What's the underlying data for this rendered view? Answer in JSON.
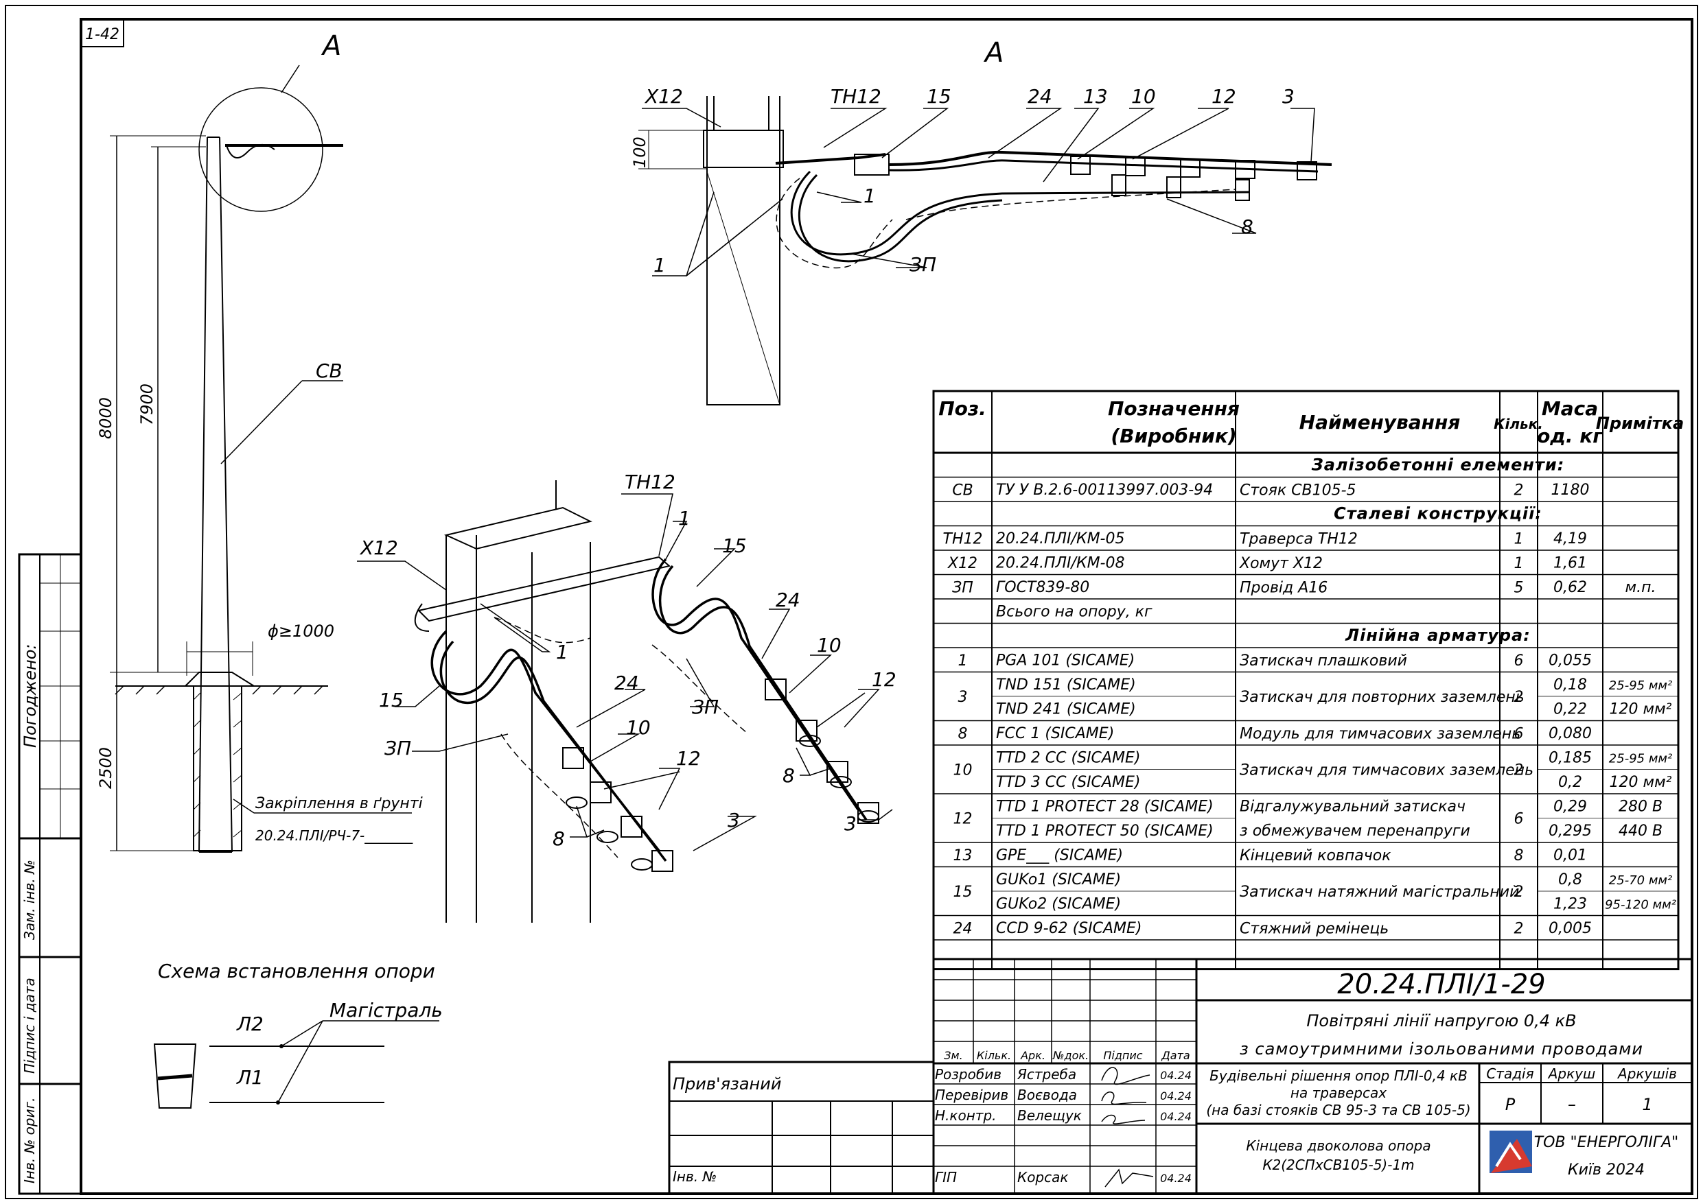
{
  "sheet": {
    "code": "1-42"
  },
  "views": {
    "detail_label": "A",
    "detail_top_label": "A",
    "dim_depth": "2500",
    "dim_8000": "8000",
    "dim_7900": "7900",
    "dim_diam": "ϕ≥1000",
    "dim_100": "100",
    "pole_label": "СВ",
    "soil_note": "Закріплення в ґрунті",
    "soil_ref": "20.24.ПЛІ/РЧ-7-_______"
  },
  "callouts_top": [
    "Х12",
    "ТН12",
    "15",
    "24",
    "13",
    "10",
    "12",
    "3",
    "1",
    "1",
    "ЗП",
    "8"
  ],
  "callouts_iso": [
    "ТН12",
    "1",
    "15",
    "Х12",
    "24",
    "1",
    "10",
    "12",
    "ЗП",
    "15",
    "24",
    "ЗП",
    "10",
    "12",
    "8",
    "3",
    "8",
    "3"
  ],
  "scheme": {
    "title": "Схема встановлення опори",
    "main_line": "Магістраль",
    "l2": "Л2",
    "l1": "Л1"
  },
  "side_stamp": {
    "agreed": "Погоджено:",
    "inv_sub": "Зам. інв. №",
    "sign_date": "Підпис і дата",
    "inv_orig": "Інв. № ориг."
  },
  "spec": {
    "headers": {
      "pos": "Поз.",
      "designation_1": "Позначення",
      "designation_2": "(Виробник)",
      "name": "Найменування",
      "qty": "Кільк.",
      "mass_1": "Маса",
      "mass_2": "од. кг",
      "note": "Примітка"
    },
    "rows": [
      {
        "section": "Залізобетонні елементи:"
      },
      {
        "pos": "СВ",
        "des": [
          "ТУ У В.2.6-00113997.003-94"
        ],
        "name": [
          "Стояк СВ105-5"
        ],
        "qty": "2",
        "mass": [
          "1180"
        ],
        "note": [
          ""
        ]
      },
      {
        "section": "Сталеві конструкції:"
      },
      {
        "pos": "ТН12",
        "des": [
          "20.24.ПЛІ/КМ-05"
        ],
        "name": [
          "Траверса ТН12"
        ],
        "qty": "1",
        "mass": [
          "4,19"
        ],
        "note": [
          ""
        ]
      },
      {
        "pos": "Х12",
        "des": [
          "20.24.ПЛІ/КМ-08"
        ],
        "name": [
          "Хомут Х12"
        ],
        "qty": "1",
        "mass": [
          "1,61"
        ],
        "note": [
          ""
        ]
      },
      {
        "pos": "ЗП",
        "des": [
          "ГОСТ839-80"
        ],
        "name": [
          "Провід А16"
        ],
        "qty": "5",
        "mass": [
          "0,62"
        ],
        "note": [
          "м.п."
        ]
      },
      {
        "pos": "",
        "des": [
          "Всього на опору, кг"
        ],
        "name": [
          ""
        ],
        "qty": "",
        "mass": [
          ""
        ],
        "note": [
          ""
        ]
      },
      {
        "section": "Лінійна арматура:"
      },
      {
        "pos": "1",
        "des": [
          "PGA 101  (SICAME)"
        ],
        "name": [
          "Затискач плашковий"
        ],
        "qty": "6",
        "mass": [
          "0,055"
        ],
        "note": [
          ""
        ]
      },
      {
        "pos": "3",
        "des": [
          "TND 151  (SICAME)",
          "TND 241  (SICAME)"
        ],
        "name": [
          "Затискач для повторних заземлень"
        ],
        "qty": "2",
        "mass": [
          "0,18",
          "0,22"
        ],
        "note": [
          "25-95 мм²",
          "120 мм²"
        ]
      },
      {
        "pos": "8",
        "des": [
          "FCC 1  (SICAME)"
        ],
        "name": [
          "Модуль для тимчасових заземлень"
        ],
        "qty": "6",
        "mass": [
          "0,080"
        ],
        "note": [
          ""
        ]
      },
      {
        "pos": "10",
        "des": [
          "TTD 2 CC  (SICAME)",
          "TTD 3 CC  (SICAME)"
        ],
        "name": [
          "Затискач для тимчасових заземлень"
        ],
        "qty": "2",
        "mass": [
          "0,185",
          "0,2"
        ],
        "note": [
          "25-95 мм²",
          "120 мм²"
        ]
      },
      {
        "pos": "12",
        "des": [
          "TTD 1 PROTECT 28  (SICAME)",
          "TTD 1 PROTECT 50  (SICAME)"
        ],
        "name": [
          "Відгалужувальний затискач",
          "з обмежувачем перенапруги"
        ],
        "qty": "6",
        "mass": [
          "0,29",
          "0,295"
        ],
        "note": [
          "280 В",
          "440 В"
        ]
      },
      {
        "pos": "13",
        "des": [
          "GPE___  (SICAME)"
        ],
        "name": [
          "Кінцевий ковпачок"
        ],
        "qty": "8",
        "mass": [
          "0,01"
        ],
        "note": [
          ""
        ]
      },
      {
        "pos": "15",
        "des": [
          "GUKo1  (SICAME)",
          "GUKo2  (SICAME)"
        ],
        "name": [
          "Затискач натяжний магістральний"
        ],
        "qty": "2",
        "mass": [
          "0,8",
          "1,23"
        ],
        "note": [
          "25-70 мм²",
          "95-120 мм²"
        ]
      },
      {
        "pos": "24",
        "des": [
          "CCD 9-62  (SICAME)"
        ],
        "name": [
          "Стяжний ремінець"
        ],
        "qty": "2",
        "mass": [
          "0,005"
        ],
        "note": [
          ""
        ]
      }
    ]
  },
  "title_block": {
    "doc_code": "20.24.ПЛІ/1-29",
    "project_1": "Повітряні лінії напругою 0,4 кВ",
    "project_2": "з самоутримними ізольованими проводами",
    "section_1": "Будівельні рішення опор ПЛІ-0,4 кВ",
    "section_2": "на траверсах",
    "section_3": "(на базі стояків СВ 95-3 та СВ 105-5)",
    "drawing_1": "Кінцева двоколова опора",
    "drawing_2": "К2(2СПхСВ105-5)-1m",
    "stage_h": "Стадія",
    "sheet_h": "Аркуш",
    "sheets_h": "Аркушів",
    "stage": "Р",
    "sheet": "–",
    "sheets": "1",
    "company": "ТОВ \"ЕНЕРГОЛІГА\"",
    "city_year": "Київ 2024",
    "bound": "Прив'язаний",
    "inv_no": "Інв. №",
    "col_heads": [
      "Зм.",
      "Кільк.",
      "Арк.",
      "№док.",
      "Підпис",
      "Дата"
    ],
    "people": [
      {
        "role": "Розробив",
        "name": "Ястреба",
        "date": "04.24"
      },
      {
        "role": "Перевірив",
        "name": "Воєвода",
        "date": "04.24"
      },
      {
        "role": "Н.контр.",
        "name": "Велещук",
        "date": "04.24"
      },
      {
        "role": "ГІП",
        "name": "Корсак",
        "date": "04.24"
      }
    ]
  }
}
